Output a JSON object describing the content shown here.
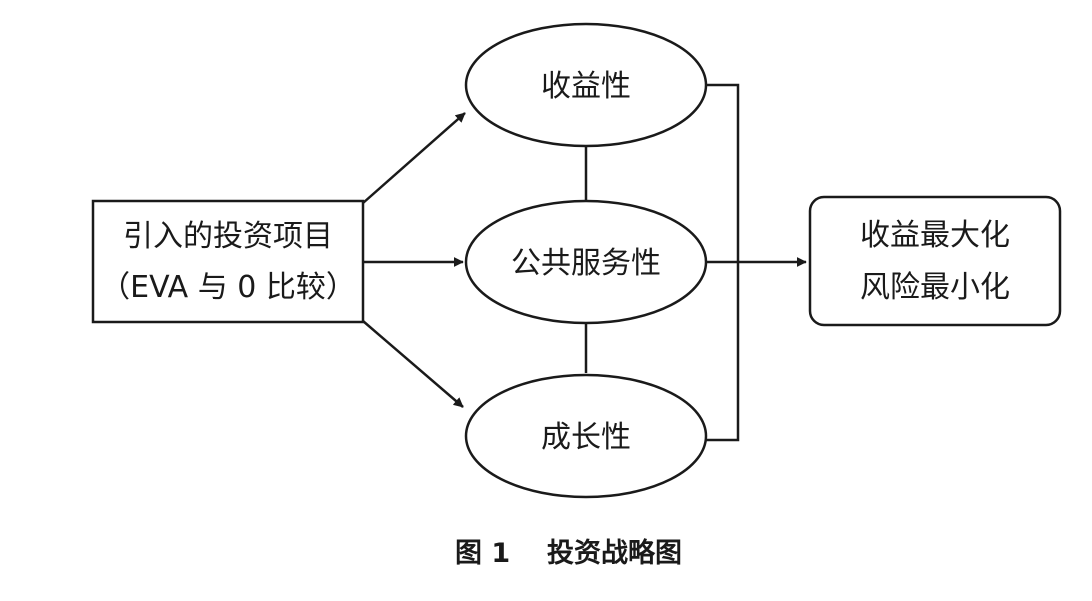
{
  "source_box": {
    "line1": "引入的投资项目",
    "line2": "（EVA 与 0 比较）"
  },
  "ellipses": {
    "top": "收益性",
    "middle": "公共服务性",
    "bottom": "成长性"
  },
  "result_box": {
    "line1": "收益最大化",
    "line2": "风险最小化"
  },
  "caption": {
    "label": "图 1",
    "title": "投资战略图"
  },
  "colors": {
    "stroke": "#1a1a1a",
    "fill": "#ffffff"
  }
}
